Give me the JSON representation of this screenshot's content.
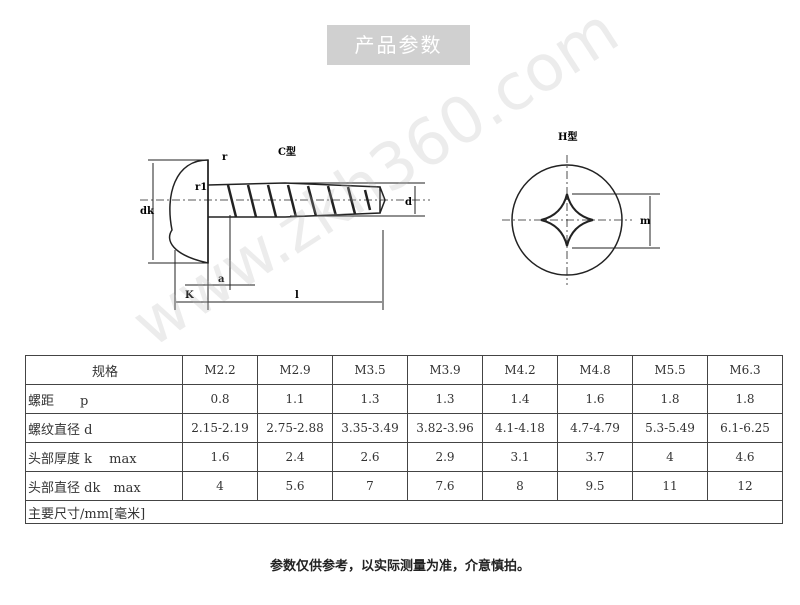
{
  "header": {
    "title": "产品参数"
  },
  "drawing": {
    "type_c_label": "C型",
    "type_h_label": "H型",
    "dims": [
      "dk",
      "r",
      "r1",
      "d",
      "a",
      "K",
      "l",
      "m"
    ]
  },
  "table": {
    "header_label": "规格",
    "sizes": [
      "M2.2",
      "M2.9",
      "M3.5",
      "M3.9",
      "M4.2",
      "M4.8",
      "M5.5",
      "M6.3"
    ],
    "rows": [
      {
        "label": "螺距　　p",
        "values": [
          "0.8",
          "1.1",
          "1.3",
          "1.3",
          "1.4",
          "1.6",
          "1.8",
          "1.8"
        ]
      },
      {
        "label": "螺纹直径 d",
        "values": [
          "2.15-2.19",
          "2.75-2.88",
          "3.35-3.49",
          "3.82-3.96",
          "4.1-4.18",
          "4.7-4.79",
          "5.3-5.49",
          "6.1-6.25"
        ]
      },
      {
        "label": " 头部厚度 k　 max",
        "values": [
          "1.6",
          "2.4",
          "2.6",
          "2.9",
          "3.1",
          "3.7",
          "4",
          "4.6"
        ]
      },
      {
        "label": " 头部直径 dk　max",
        "values": [
          "4",
          "5.6",
          "7",
          "7.6",
          "8",
          "9.5",
          "11",
          "12"
        ]
      }
    ],
    "footer": "主要尺寸/mm[毫米]"
  },
  "note": "参数仅供参考，以实际测量为准，介意慎拍。",
  "watermark": "www.zkh360.com"
}
